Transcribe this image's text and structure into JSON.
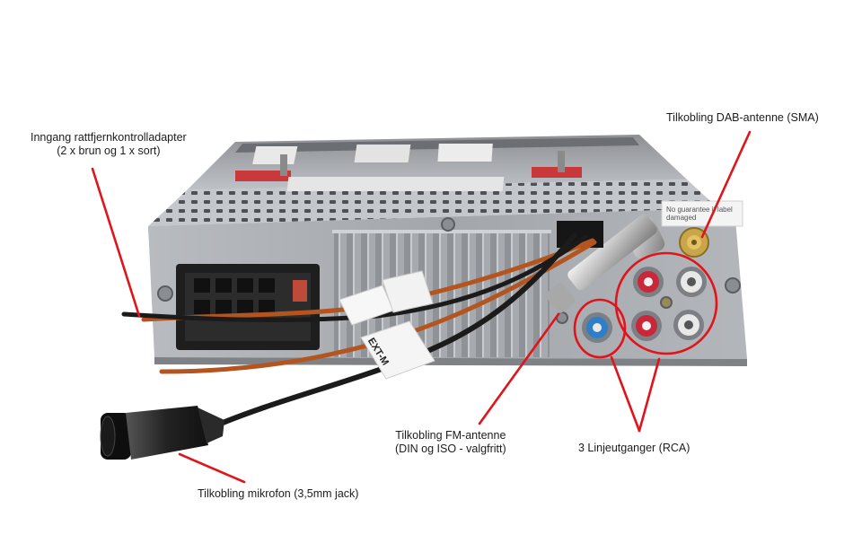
{
  "annotations": {
    "steering_input": {
      "line1": "Inngang rattfjernkontrolladapter",
      "line2": "(2 x brun og 1 x sort)"
    },
    "dab_antenna": {
      "text": "Tilkobling DAB-antenne (SMA)"
    },
    "fm_antenna": {
      "line1": "Tilkobling FM-antenne",
      "line2": "(DIN og ISO - valgfritt)"
    },
    "line_outputs": {
      "text": "3 Linjeutganger (RCA)"
    },
    "microphone": {
      "text": "Tilkobling mikrofon (3,5mm jack)"
    }
  },
  "device_labels": {
    "sticker": "No guarantee if label damaged",
    "cable_tag": "EXT-M"
  },
  "colors": {
    "annotation_red": "#e0141b",
    "chassis": "#a9acb0",
    "wire_brown": "#b4541f",
    "wire_black": "#1b1b1b",
    "rca_red": "#c8283a",
    "rca_white": "#e8e8e8",
    "rca_blue": "#2f7fc8"
  }
}
